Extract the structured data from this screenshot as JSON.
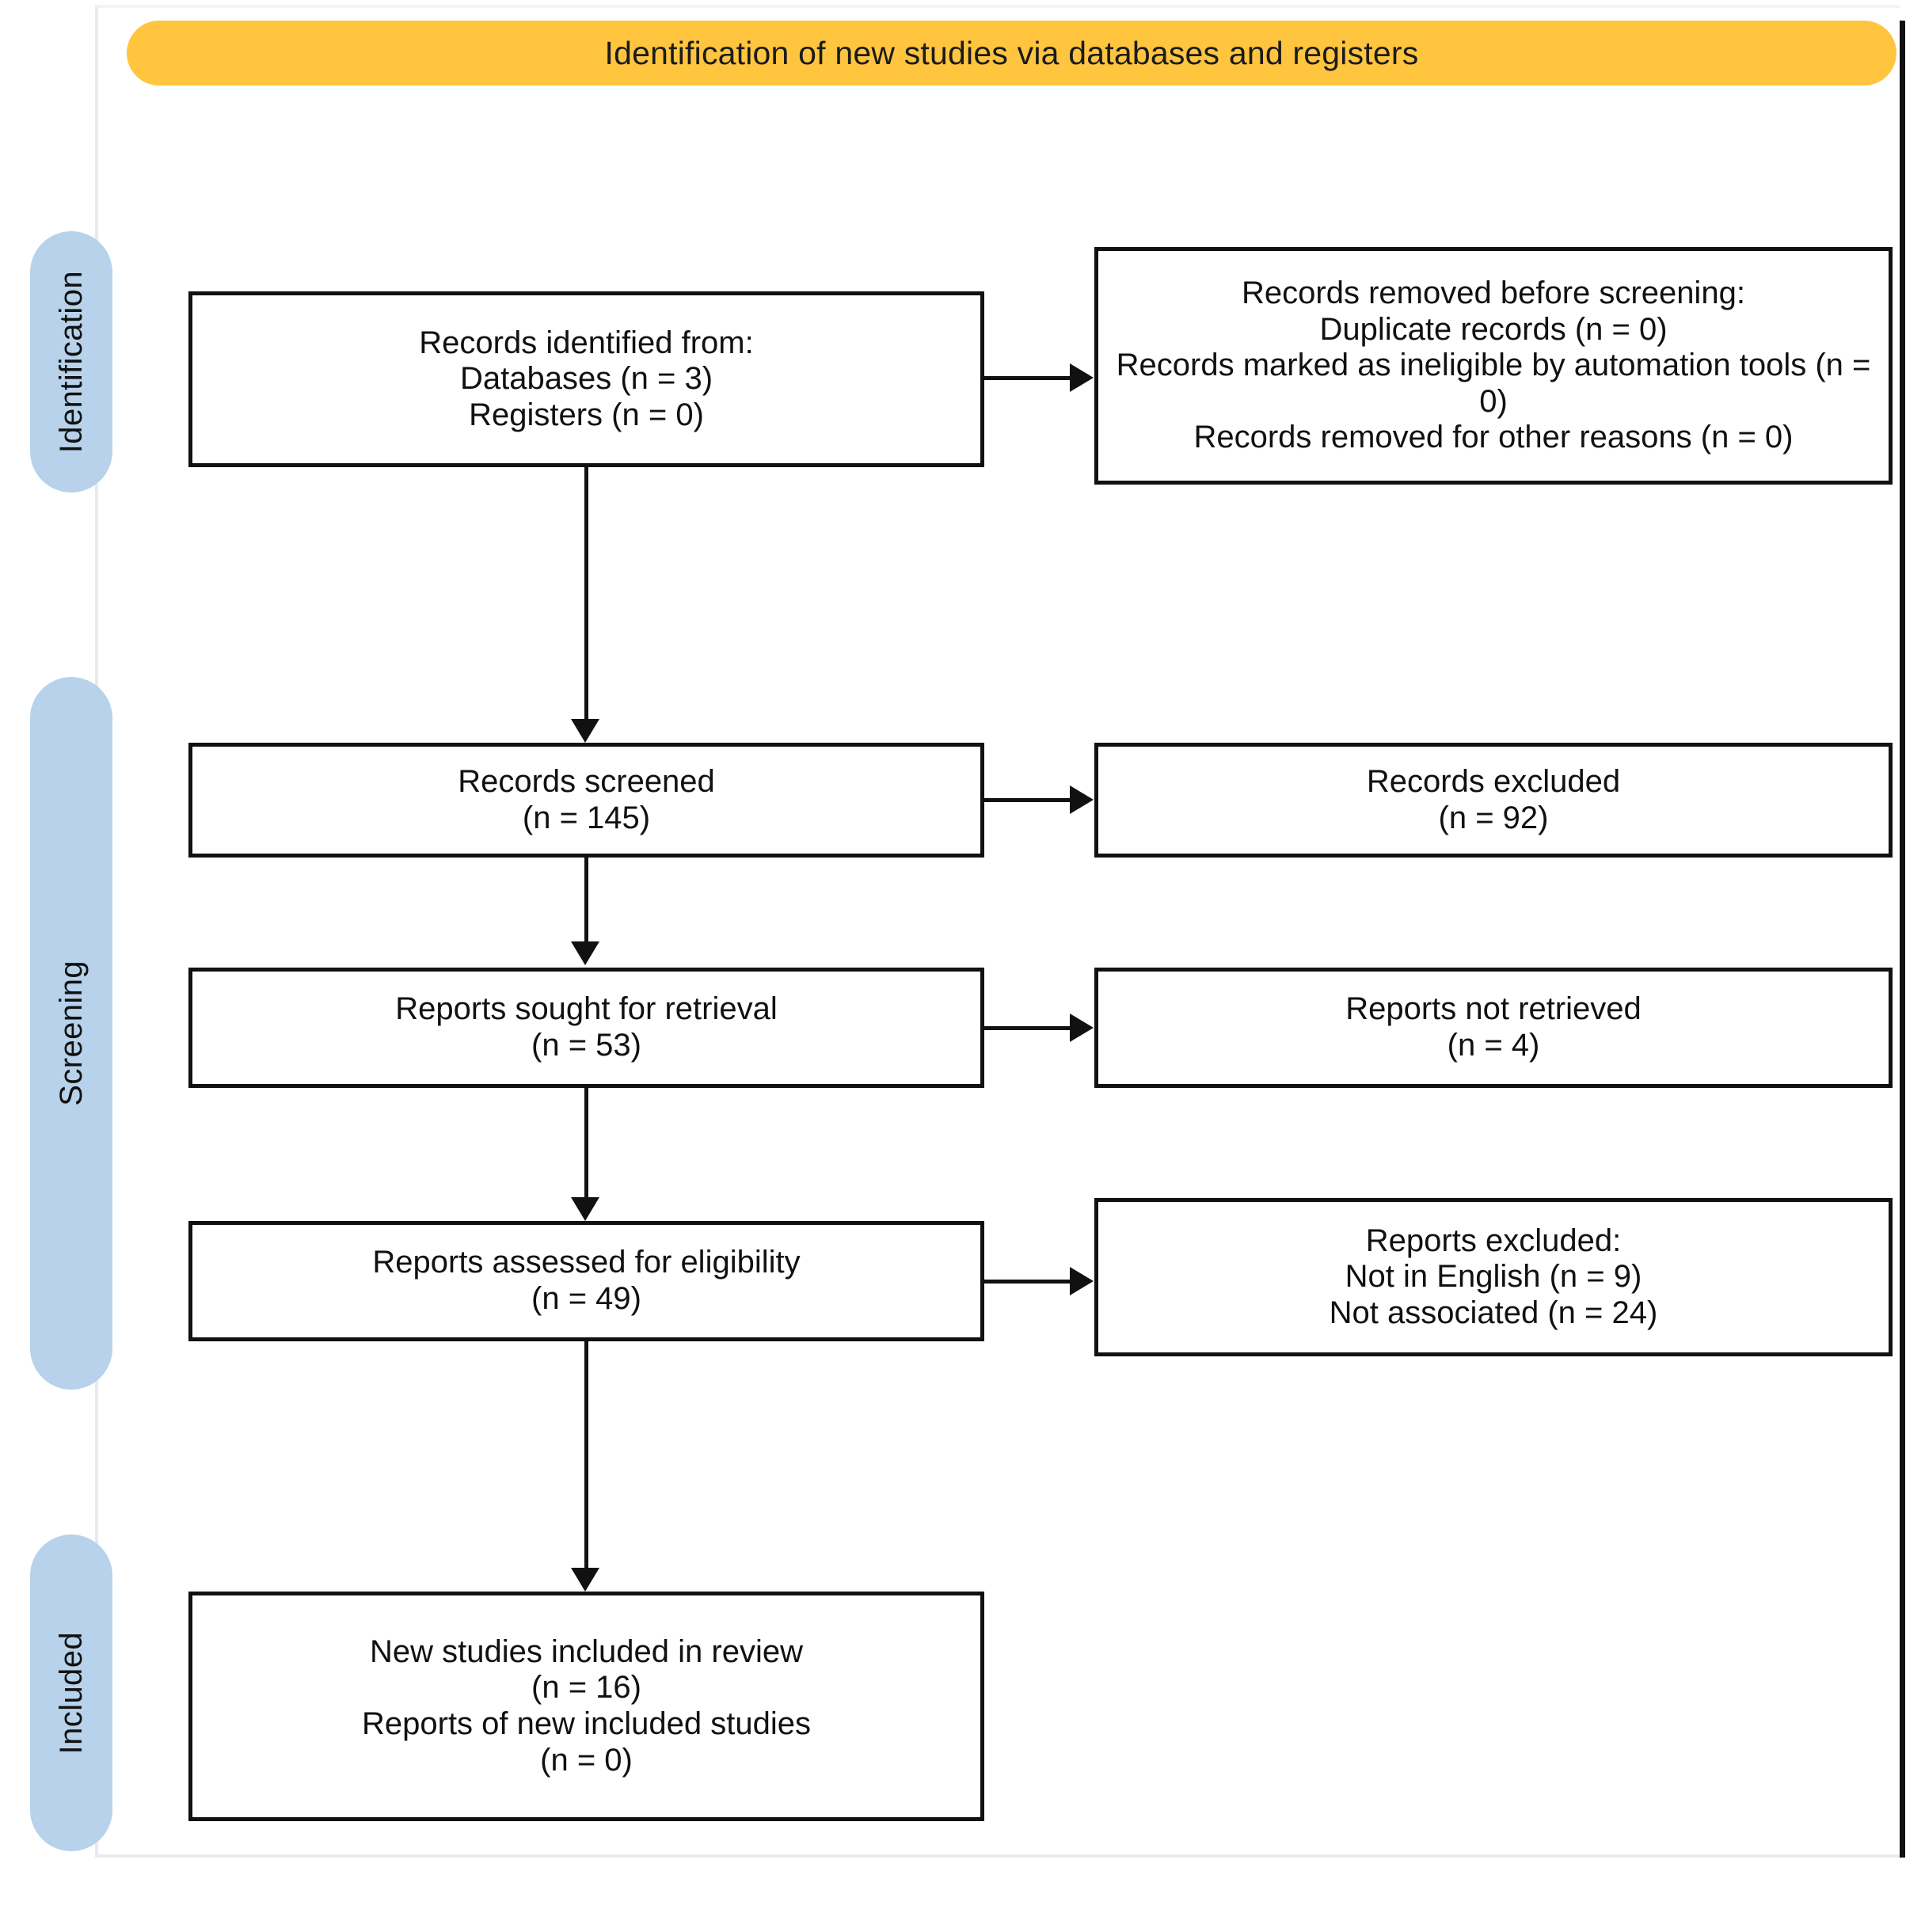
{
  "figure": {
    "type": "prisma-flow-diagram",
    "banner_title": "Identification of new studies via databases and registers",
    "colors": {
      "banner": "#FFC53F",
      "stage_tab": "#B7D2EA",
      "box_border": "#111111",
      "box_fill": "#FFFFFF",
      "text": "#111111"
    }
  },
  "stages": [
    {
      "id": "identification",
      "label": "Identification"
    },
    {
      "id": "screening",
      "label": "Screening"
    },
    {
      "id": "included",
      "label": "Included"
    }
  ],
  "boxes": {
    "identified": {
      "name": "records-identified",
      "lines": [
        "Records identified from:",
        "Databases (n = 3)",
        "Registers (n = 0)"
      ]
    },
    "removed": {
      "name": "records-removed-before-screening",
      "lines": [
        "Records removed before screening:",
        "Duplicate records (n = 0)",
        "Records marked as ineligible by automation tools (n = 0)",
        "Records removed for other reasons (n = 0)"
      ]
    },
    "screened": {
      "name": "records-screened",
      "lines": [
        "Records screened",
        "(n = 145)"
      ]
    },
    "excluded_records": {
      "name": "records-excluded",
      "lines": [
        "Records excluded",
        "(n = 92)"
      ]
    },
    "sought": {
      "name": "reports-sought-for-retrieval",
      "lines": [
        "Reports sought for retrieval",
        "(n = 53)"
      ]
    },
    "not_retrieved": {
      "name": "reports-not-retrieved",
      "lines": [
        "Reports not retrieved",
        "(n = 4)"
      ]
    },
    "assessed": {
      "name": "reports-assessed-for-eligibility",
      "lines": [
        "Reports assessed for eligibility",
        "(n = 49)"
      ]
    },
    "excluded_reports": {
      "name": "reports-excluded",
      "lines": [
        "Reports excluded:",
        "Not in English (n = 9)",
        "Not associated (n = 24)"
      ]
    },
    "included": {
      "name": "new-studies-included-in-review",
      "lines": [
        "New studies included in review",
        "(n = 16)",
        "Reports of new included studies",
        "(n = 0)"
      ]
    }
  },
  "chart_data": {
    "type": "diagram",
    "title": "Identification of new studies via databases and registers",
    "nodes": [
      {
        "stage": "Identification",
        "label": "Records identified from: Databases",
        "n": 3
      },
      {
        "stage": "Identification",
        "label": "Records identified from: Registers",
        "n": 0
      },
      {
        "stage": "Identification",
        "label": "Duplicate records removed",
        "n": 0
      },
      {
        "stage": "Identification",
        "label": "Records marked as ineligible by automation tools",
        "n": 0
      },
      {
        "stage": "Identification",
        "label": "Records removed for other reasons",
        "n": 0
      },
      {
        "stage": "Screening",
        "label": "Records screened",
        "n": 145
      },
      {
        "stage": "Screening",
        "label": "Records excluded",
        "n": 92
      },
      {
        "stage": "Screening",
        "label": "Reports sought for retrieval",
        "n": 53
      },
      {
        "stage": "Screening",
        "label": "Reports not retrieved",
        "n": 4
      },
      {
        "stage": "Screening",
        "label": "Reports assessed for eligibility",
        "n": 49
      },
      {
        "stage": "Screening",
        "label": "Reports excluded: Not in English",
        "n": 9
      },
      {
        "stage": "Screening",
        "label": "Reports excluded: Not associated",
        "n": 24
      },
      {
        "stage": "Included",
        "label": "New studies included in review",
        "n": 16
      },
      {
        "stage": "Included",
        "label": "Reports of new included studies",
        "n": 0
      }
    ]
  }
}
